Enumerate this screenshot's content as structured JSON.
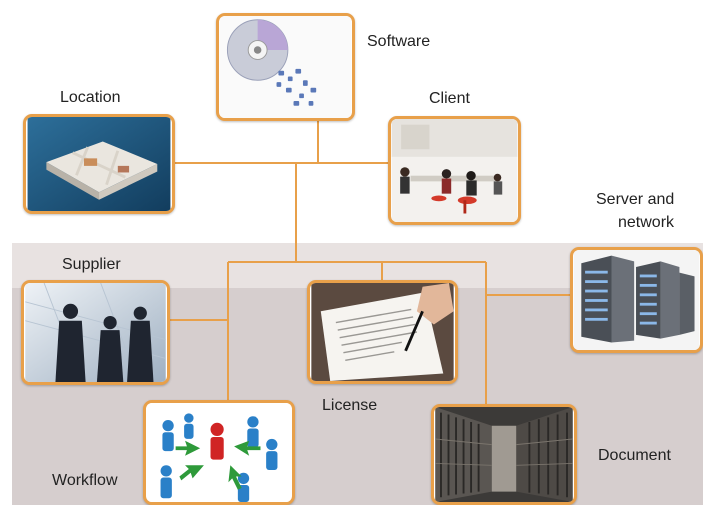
{
  "diagram": {
    "nodes": [
      {
        "id": "software",
        "label": "Software",
        "icon": "software-cd-icon"
      },
      {
        "id": "location",
        "label": "Location",
        "icon": "building-floorplan-icon"
      },
      {
        "id": "client",
        "label": "Client",
        "icon": "office-people-icon"
      },
      {
        "id": "server",
        "label": "Server and network",
        "label_lines": [
          "Server and",
          "network"
        ],
        "icon": "server-rack-icon"
      },
      {
        "id": "supplier",
        "label": "Supplier",
        "icon": "business-people-icon"
      },
      {
        "id": "license",
        "label": "License",
        "icon": "contract-signing-icon"
      },
      {
        "id": "workflow",
        "label": "Workflow",
        "icon": "people-network-icon"
      },
      {
        "id": "document",
        "label": "Document",
        "icon": "document-archive-icon"
      }
    ],
    "colors": {
      "connector": "#e8a04a",
      "border": "#e8a04a",
      "band_light": "#e8e2e1",
      "band_dark": "#d6cece",
      "text": "#222222"
    }
  }
}
